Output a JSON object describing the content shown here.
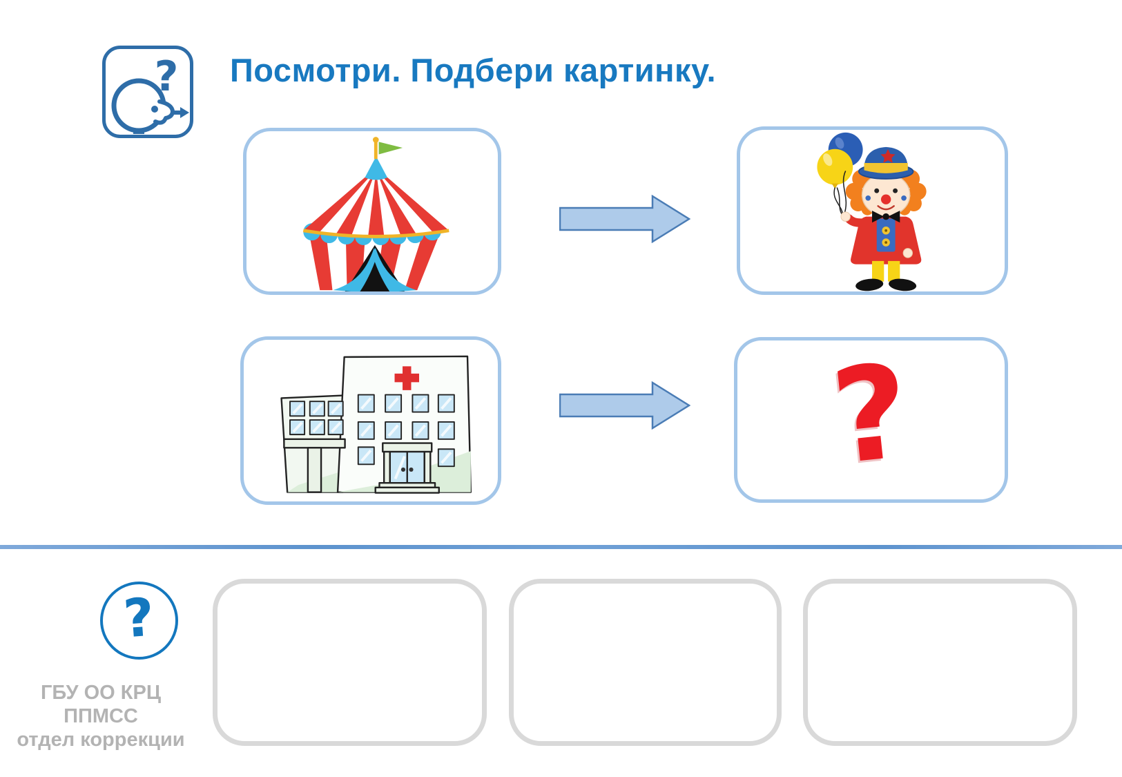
{
  "page": {
    "background": "#FFFFFF"
  },
  "header": {
    "title": "Посмотри. Подбери картинку.",
    "title_color": "#1879C0",
    "task_icon": {
      "name": "look-and-choose-icon",
      "question_glyph": "?",
      "color": "#2E6DA8"
    }
  },
  "matching_task": {
    "card_border_color": "#A3C6E9",
    "arrow": {
      "fill": "#AECBEA",
      "stroke": "#4A7CB5"
    },
    "rows": [
      {
        "source_image": "circus-tent",
        "target_image": "clown-with-balloons"
      },
      {
        "source_image": "hospital-building",
        "target_image": "red-question-mark",
        "target_glyph": "?",
        "target_glyph_color": "#EC1C24"
      }
    ]
  },
  "divider": {
    "color": "#5B9BD5"
  },
  "footer": {
    "help_icon": {
      "glyph": "?",
      "color": "#1377BE"
    },
    "organization": {
      "lines": [
        "ГБУ ОО КРЦ",
        "ППМСС",
        "отдел коррекции"
      ],
      "color": "#B3B3B3"
    },
    "answer_slots": {
      "count": 3,
      "border_color": "#D9D9D9"
    }
  }
}
